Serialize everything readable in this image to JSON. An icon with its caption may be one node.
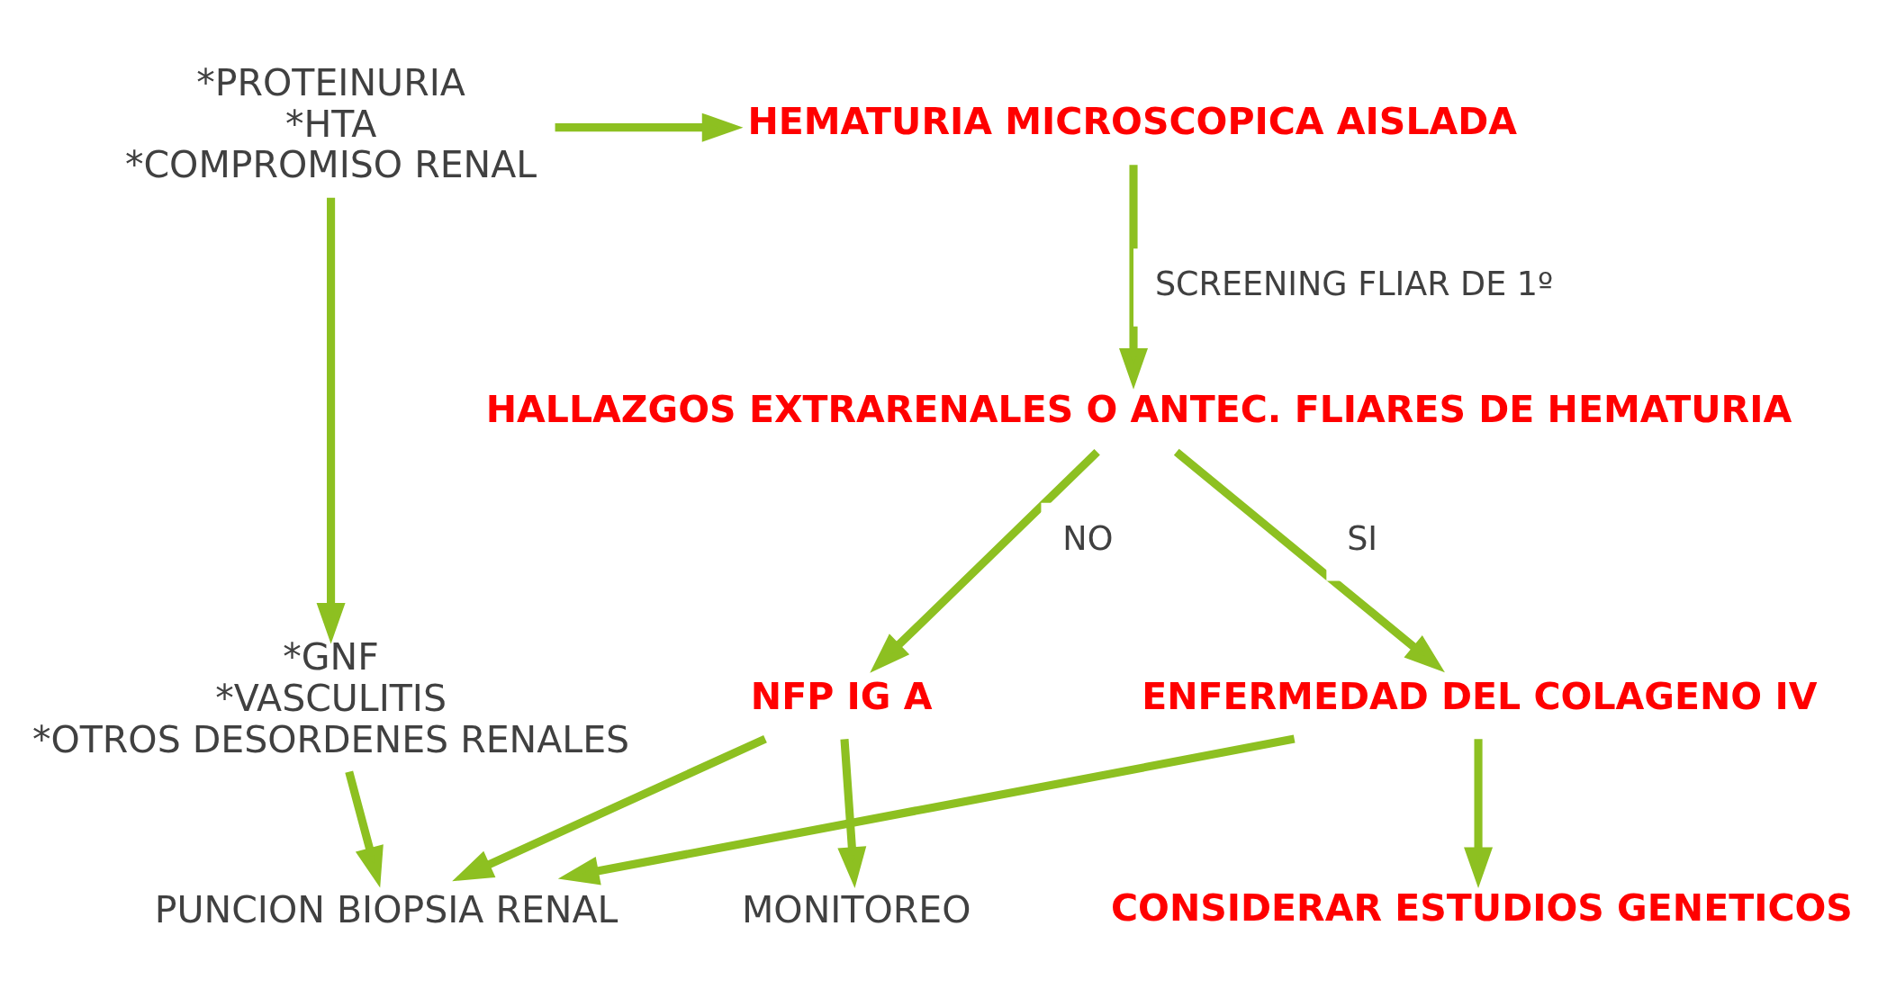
{
  "diagram": {
    "nodes": [
      {
        "text": [
          "*PROTEINURIA",
          "*HTA",
          "*COMPROMISO RENAL"
        ]
      },
      {
        "text": [
          "HEMATURIA MICROSCOPICA AISLADA"
        ]
      },
      {
        "text": [
          "HALLAZGOS EXTRARENALES O ANTEC. FLIARES DE HEMATURIA"
        ]
      },
      {
        "text": [
          "*GNF",
          "*VASCULITIS",
          "*OTROS DESORDENES RENALES"
        ]
      },
      {
        "text": [
          "NFP IG A"
        ]
      },
      {
        "text": [
          "ENFERMEDAD DEL COLAGENO IV"
        ]
      },
      {
        "text": [
          "PUNCION BIOPSIA RENAL"
        ]
      },
      {
        "text": [
          "MONITOREO"
        ]
      },
      {
        "text": [
          "CONSIDERAR ESTUDIOS GENETICOS"
        ]
      }
    ],
    "edges": [
      {
        "from": 0,
        "to": 1,
        "arrow": "to",
        "color": "#8dc021"
      },
      {
        "from": 1,
        "to": 2,
        "arrow": "to",
        "label": "SCREENING FLIAR DE 1º",
        "color": "#8dc021"
      },
      {
        "from": 0,
        "to": 3,
        "arrow": "to",
        "color": "#8dc021"
      },
      {
        "from": 2,
        "to": 4,
        "arrow": "to",
        "label": "NO",
        "color": "#8dc021"
      },
      {
        "from": 2,
        "to": 5,
        "arrow": "to",
        "label": "SI",
        "color": "#8dc021"
      },
      {
        "from": 3,
        "to": 6,
        "arrow": "to",
        "color": "#8dc021"
      },
      {
        "from": 4,
        "to": 6,
        "arrow": "to",
        "color": "#8dc021"
      },
      {
        "from": 4,
        "to": 7,
        "arrow": "to",
        "color": "#8dc021"
      },
      {
        "from": 5,
        "to": 6,
        "arrow": "to",
        "color": "#8dc021"
      },
      {
        "from": 5,
        "to": 8,
        "arrow": "to",
        "color": "#8dc021"
      }
    ]
  }
}
